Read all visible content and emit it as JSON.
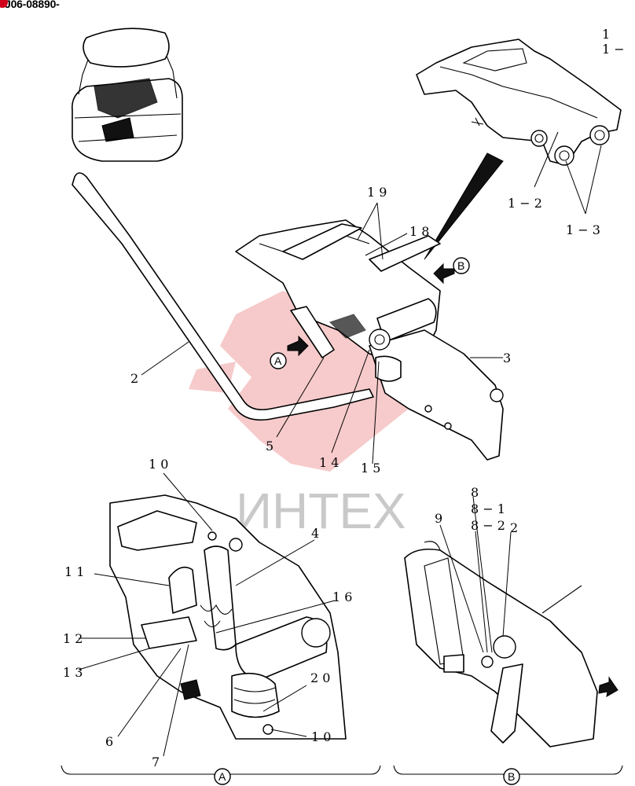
{
  "document_id": "J06-08890-",
  "watermark": {
    "text": "ИНТЕХ",
    "logo_color": "#f0a0a0"
  },
  "views": {
    "a": "A",
    "b": "B"
  },
  "callouts": {
    "c1": "1",
    "c1_dash": "1 −",
    "c1_2": "1 − 2",
    "c1_3": "1 − 3",
    "c2": "2",
    "c3": "3",
    "c4": "4",
    "c5": "5",
    "c6": "6",
    "c7": "7",
    "c8": "8",
    "c8_1": "8 − 1",
    "c8_2": "8 − 2",
    "c9": "9",
    "c10_top": "1 0",
    "c10_bottom": "1 0",
    "c11": "1 1",
    "c12": "1 2",
    "c13": "1 3",
    "c14": "1 4",
    "c15": "1 5",
    "c16": "1 6",
    "c18": "1 8",
    "c19": "1 9",
    "c20": "2 0",
    "c22": "2"
  }
}
